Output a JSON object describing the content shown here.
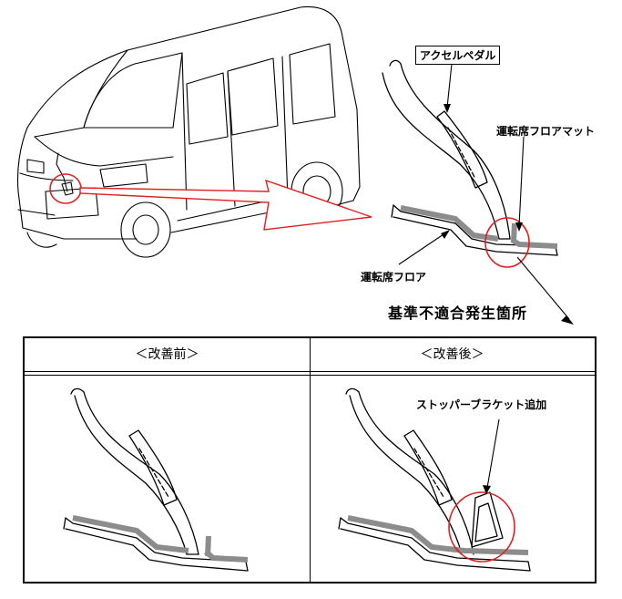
{
  "labels": {
    "accel_pedal": "アクセルペダル",
    "floor_mat": "運転席フロアマット",
    "floor": "運転席フロア",
    "nonconformity": "基準不適合発生箇所",
    "stopper_bracket": "ストッパーブラケット追加"
  },
  "table": {
    "before": "＜改善前＞",
    "after": "＜改善後＞"
  },
  "colors": {
    "highlight_circle": "#e02020",
    "arrow_outline": "#e02020",
    "mat_gray": "#8c8c8c",
    "line": "#000000"
  }
}
